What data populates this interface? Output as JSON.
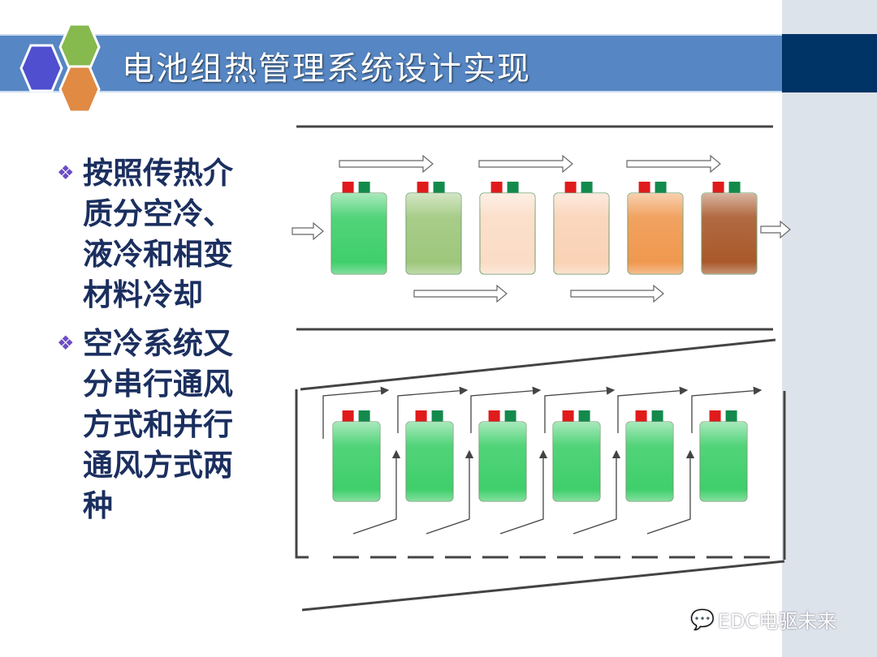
{
  "slide": {
    "title": "电池组热管理系统设计实现",
    "bullets": [
      {
        "icon": "diamond-bullet-icon",
        "text": "按照传热介质分空冷、液冷和相变材料冷却"
      },
      {
        "icon": "diamond-bullet-icon",
        "text": "空冷系统又分串行通风方式和并行通风方式两种"
      }
    ],
    "watermark": "EDC电驱未来"
  },
  "diagram": {
    "series_cooling": {
      "cell_colors": [
        "#3fcf6b",
        "#9ec77c",
        "#fbdcc6",
        "#fad2b6",
        "#f0984f",
        "#a9592b"
      ]
    },
    "parallel_cooling": {
      "cell_colors": [
        "#3fcf6b",
        "#3fcf6b",
        "#3fcf6b",
        "#3fcf6b",
        "#3fcf6b",
        "#3fcf6b"
      ]
    },
    "terminal_colors": {
      "positive": "#e01b1b",
      "negative": "#138a4c"
    }
  },
  "colors": {
    "title_bar": "#5686c3",
    "accent_dark": "#003366",
    "hex_blue": "#4f4fd0",
    "hex_green": "#86b94e",
    "hex_orange": "#e08a44"
  }
}
